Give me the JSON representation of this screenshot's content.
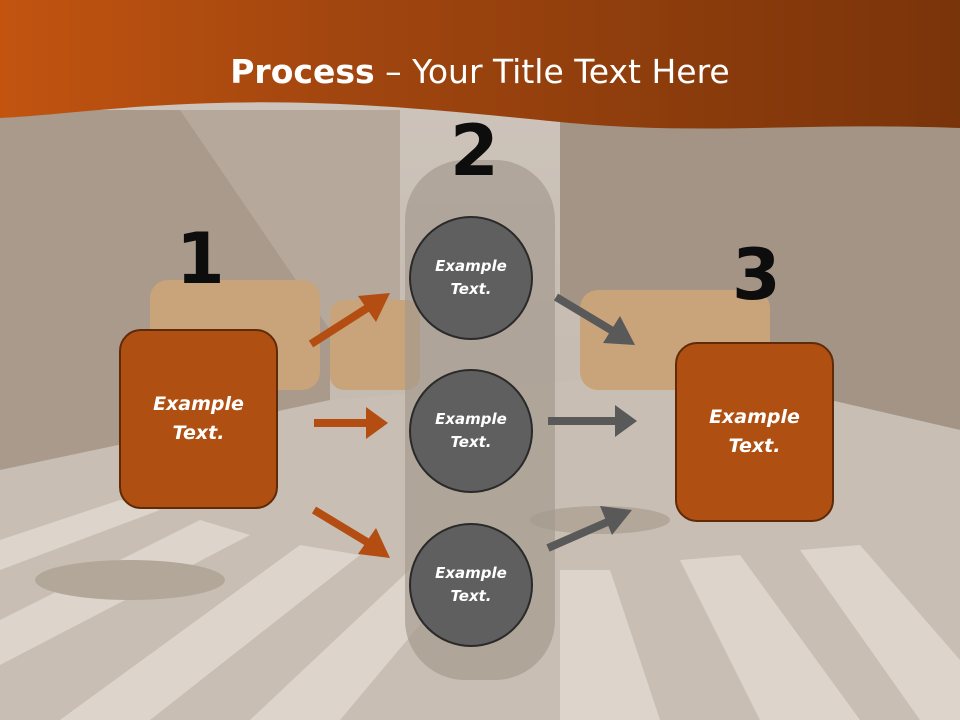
{
  "title": {
    "bold": "Process",
    "rest": " – Your Title Text Here"
  },
  "steps": {
    "one": "1",
    "two": "2",
    "three": "3"
  },
  "boxes": {
    "left": "Example Text.",
    "right": "Example Text."
  },
  "circles": {
    "top": "Example Text.",
    "middle": "Example Text.",
    "bottom": "Example Text."
  },
  "colors": {
    "header": "#8a3a0c",
    "box_fill": "#b04f12",
    "circle_fill": "#5f5f5f",
    "arrow_orange": "#b44d12",
    "arrow_gray": "#595959"
  }
}
